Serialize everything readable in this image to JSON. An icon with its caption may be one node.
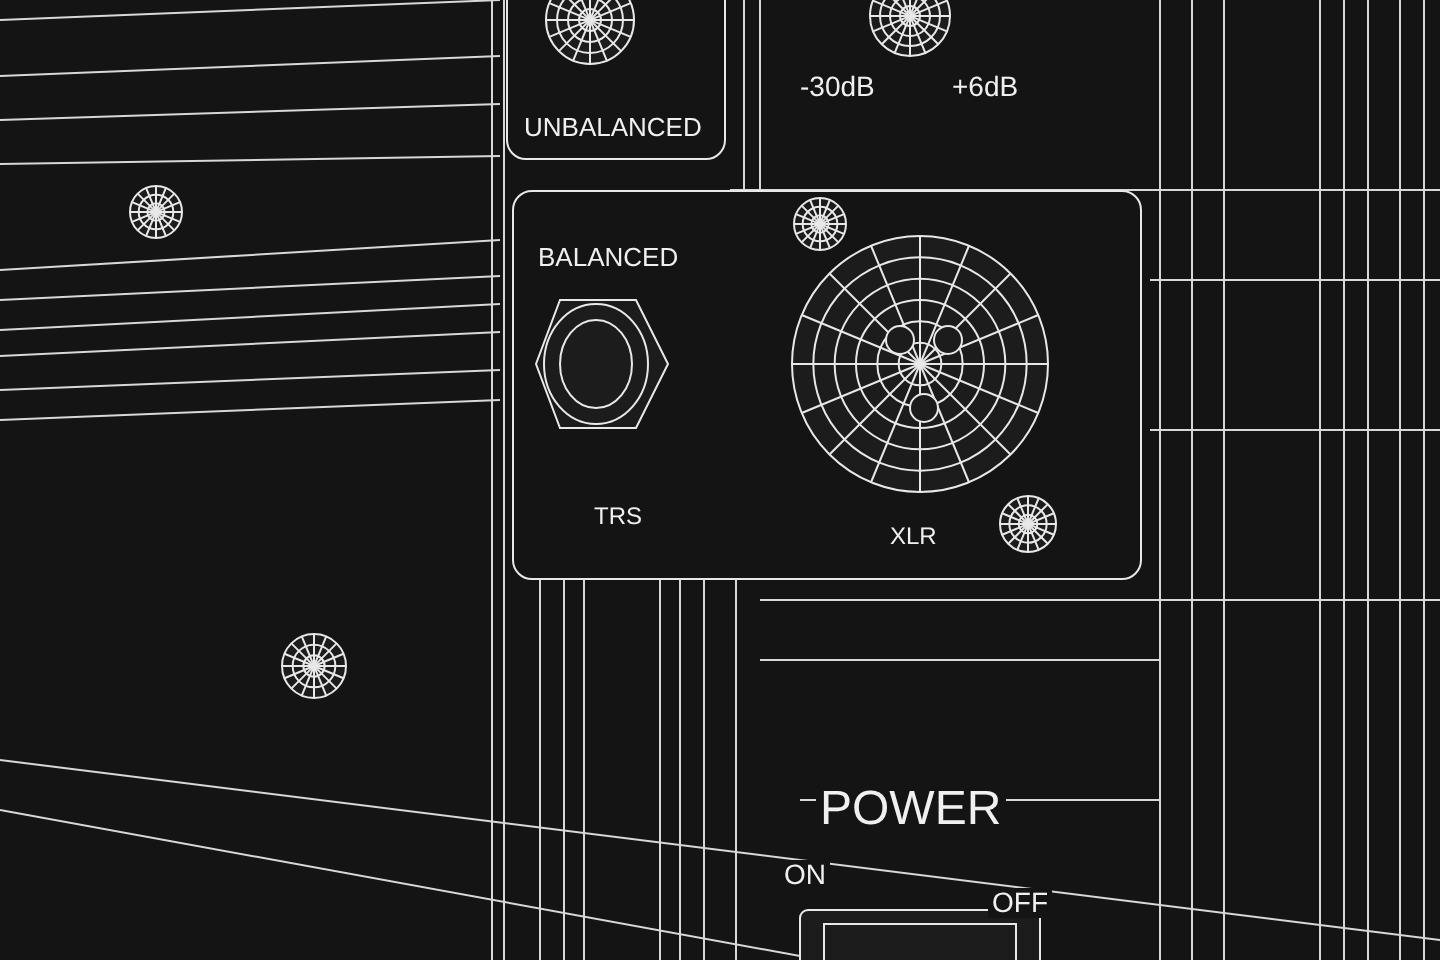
{
  "diagram": {
    "nodes": [
      {
        "text": [
          "UNBALANCED"
        ]
      },
      {
        "text": [
          "BALANCED",
          "TRS",
          "XLR"
        ]
      }
    ],
    "labels": [
      "-30dB",
      "+6dB",
      "POWER",
      "ON",
      "OFF"
    ]
  }
}
